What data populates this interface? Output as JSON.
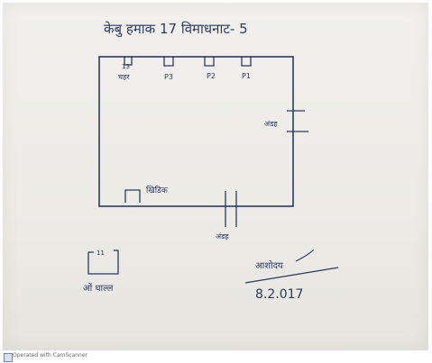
{
  "heading": "केबु हमाक 17 विमाधनाट- 5",
  "labels": {
    "top_left_number": "13",
    "top_left_word": "चहर",
    "p_label_1": "P3",
    "p_label_2": "P2",
    "p_label_3": "P1",
    "right_label": "अंडह",
    "bottom_left_label": "खिडिक",
    "bottom_door_label": "अंडह",
    "outside_box_number": "11",
    "outside_box_label": "ओं धाल्ल",
    "signature_text": "आशोदय",
    "date": "8.2.017"
  },
  "footer": {
    "text": "Operated with CamScanner"
  },
  "colors": {
    "ink": "#2b3a64",
    "paper": "#eeede8"
  }
}
